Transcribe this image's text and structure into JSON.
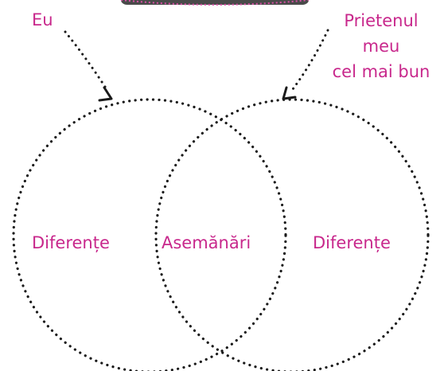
{
  "colors": {
    "text": "#c8288c",
    "dots": "#1a1a1a",
    "banner": "#d94fa5"
  },
  "labels": {
    "me": "Eu",
    "friend_line1": "Prietenul",
    "friend_line2": "meu",
    "friend_line3": "cel mai bun",
    "differences_left": "Diferențe",
    "similarities": "Asemănări",
    "differences_right": "Diferențe"
  }
}
